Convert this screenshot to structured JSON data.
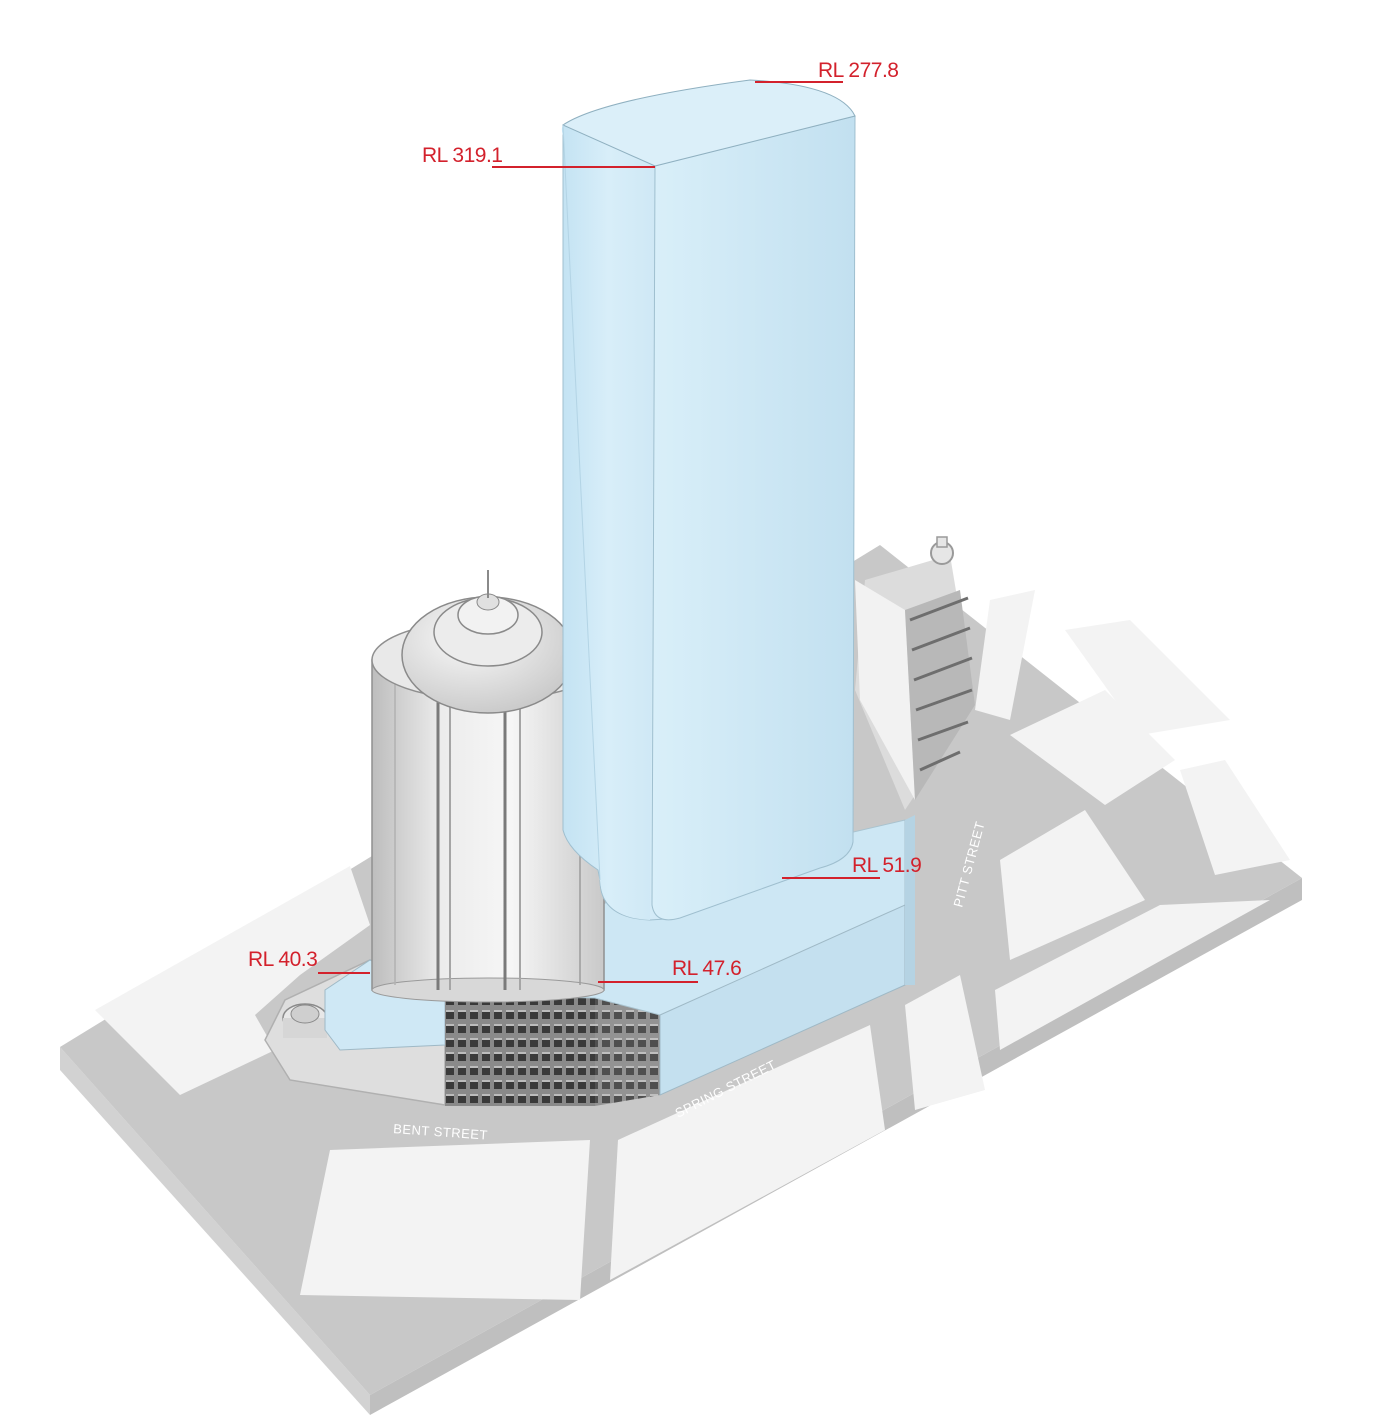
{
  "colors": {
    "annotation": "#d3212c",
    "tower_glass": "#cfe9f6",
    "road": "#c7c7c7",
    "block": "#f4f4f4",
    "base_side": "#dcdcdc",
    "street_text": "#ffffff"
  },
  "levels": [
    {
      "id": "rl-319",
      "label": "RL 319.1"
    },
    {
      "id": "rl-277",
      "label": "RL 277.8"
    },
    {
      "id": "rl-51",
      "label": "RL 51.9"
    },
    {
      "id": "rl-47",
      "label": "RL 47.6"
    },
    {
      "id": "rl-40",
      "label": "RL 40.3"
    }
  ],
  "streets": [
    {
      "id": "bent",
      "label": "BENT STREET"
    },
    {
      "id": "spring",
      "label": "SPRING STREET"
    },
    {
      "id": "pitt",
      "label": "PITT STREET"
    }
  ]
}
